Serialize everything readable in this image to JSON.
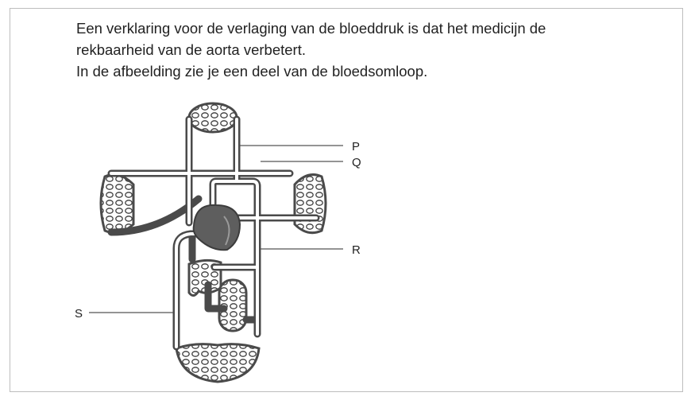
{
  "intro": {
    "line1": "Een verklaring voor de verlaging van de bloeddruk is dat het medicijn de",
    "line2": "rekbaarheid van de aorta verbetert.",
    "line3": "In de afbeelding zie je een deel van de bloedsomloop."
  },
  "labels": {
    "p": "P",
    "q": "Q",
    "r": "R",
    "s": "S"
  },
  "colors": {
    "vessel": "#4a4a4a",
    "heart": "#5e5e5e",
    "frame": "#bdbdbd"
  }
}
